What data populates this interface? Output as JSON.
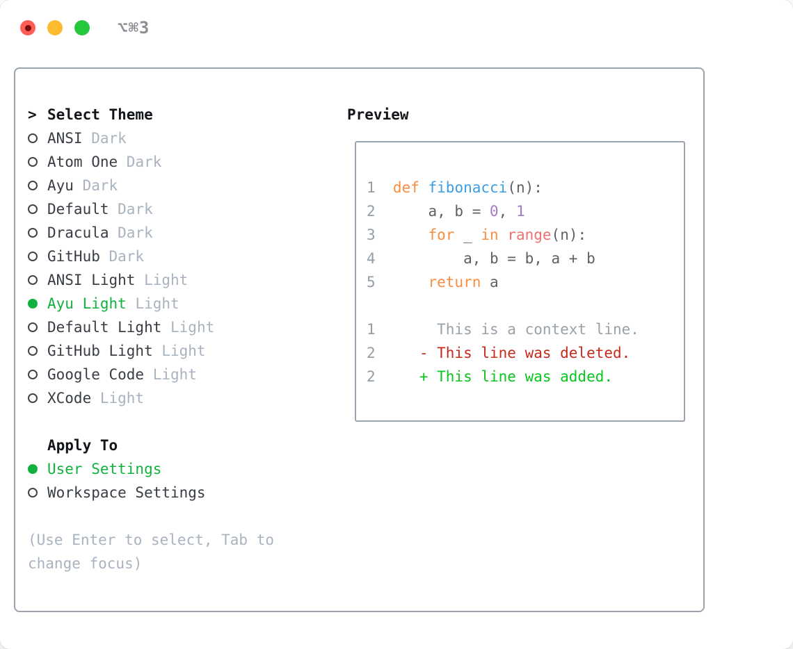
{
  "window": {
    "title": "⌥⌘3",
    "traffic_lights": [
      {
        "name": "close",
        "color": "#ff5d55",
        "dot": "#7c0e07"
      },
      {
        "name": "minimize",
        "color": "#febb2e"
      },
      {
        "name": "zoom",
        "color": "#27c73f"
      }
    ]
  },
  "colors": {
    "text": "#383d44",
    "heading": "#121519",
    "muted": "#a9b3bf",
    "green": "#12b13f",
    "border": "#9aa3ad",
    "radio_stroke": "#3f454c"
  },
  "theme_picker": {
    "heading": "Select Theme",
    "cursor": ">",
    "items": [
      {
        "label": "ANSI",
        "variant": "Dark",
        "selected": false
      },
      {
        "label": "Atom One",
        "variant": "Dark",
        "selected": false
      },
      {
        "label": "Ayu",
        "variant": "Dark",
        "selected": false
      },
      {
        "label": "Default",
        "variant": "Dark",
        "selected": false
      },
      {
        "label": "Dracula",
        "variant": "Dark",
        "selected": false
      },
      {
        "label": "GitHub",
        "variant": "Dark",
        "selected": false
      },
      {
        "label": "ANSI Light",
        "variant": "Light",
        "selected": false
      },
      {
        "label": "Ayu Light",
        "variant": "Light",
        "selected": true
      },
      {
        "label": "Default Light",
        "variant": "Light",
        "selected": false
      },
      {
        "label": "GitHub Light",
        "variant": "Light",
        "selected": false
      },
      {
        "label": "Google Code",
        "variant": "Light",
        "selected": false
      },
      {
        "label": "XCode",
        "variant": "Light",
        "selected": false
      }
    ]
  },
  "apply_to": {
    "heading": "Apply To",
    "options": [
      {
        "label": "User Settings",
        "selected": true
      },
      {
        "label": "Workspace Settings",
        "selected": false
      }
    ]
  },
  "hint": "(Use Enter to select, Tab to change focus)",
  "preview": {
    "heading": "Preview",
    "palette": {
      "fg": "#5c6166",
      "keyword": "#fa8d3e",
      "entity": "#399ee6",
      "number": "#a37acc",
      "special": "#f07171",
      "context": "#99a1a9",
      "deleted": "#c8291a",
      "added": "#09c51d",
      "line_number": "#939da6"
    },
    "lines": [
      {
        "num": "1",
        "tokens": [
          {
            "text": "def",
            "color": "keyword"
          },
          {
            "text": " ",
            "color": "fg"
          },
          {
            "text": "fibonacci",
            "color": "entity"
          },
          {
            "text": "(n):",
            "color": "fg"
          }
        ]
      },
      {
        "num": "2",
        "tokens": [
          {
            "text": "    a, b = ",
            "color": "fg"
          },
          {
            "text": "0",
            "color": "number"
          },
          {
            "text": ", ",
            "color": "fg"
          },
          {
            "text": "1",
            "color": "number"
          }
        ]
      },
      {
        "num": "3",
        "tokens": [
          {
            "text": "    ",
            "color": "fg"
          },
          {
            "text": "for",
            "color": "keyword"
          },
          {
            "text": " _ ",
            "color": "fg"
          },
          {
            "text": "in",
            "color": "keyword"
          },
          {
            "text": " ",
            "color": "fg"
          },
          {
            "text": "range",
            "color": "special"
          },
          {
            "text": "(n):",
            "color": "fg"
          }
        ]
      },
      {
        "num": "4",
        "tokens": [
          {
            "text": "        a, b = b, a + b",
            "color": "fg"
          }
        ]
      },
      {
        "num": "5",
        "tokens": [
          {
            "text": "    ",
            "color": "fg"
          },
          {
            "text": "return",
            "color": "keyword"
          },
          {
            "text": " a",
            "color": "fg"
          }
        ]
      },
      {
        "num": "",
        "tokens": []
      },
      {
        "num": "1",
        "tokens": [
          {
            "text": "     This is a context line.",
            "color": "context"
          }
        ]
      },
      {
        "num": "2",
        "tokens": [
          {
            "text": "   - This line was deleted.",
            "color": "deleted"
          }
        ]
      },
      {
        "num": "2",
        "tokens": [
          {
            "text": "   + This line was added.",
            "color": "added"
          }
        ]
      }
    ]
  }
}
